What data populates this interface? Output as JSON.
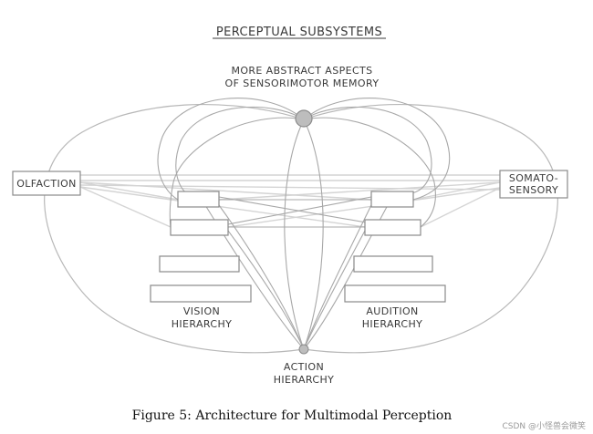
{
  "diagram": {
    "title": "PERCEPTUAL SUBSYSTEMS",
    "top_node_line1": "MORE ABSTRACT ASPECTS",
    "top_node_line2": "OF SENSORIMOTOR MEMORY",
    "olfaction": "OLFACTION",
    "somato_line1": "SOMATO-",
    "somato_line2": "SENSORY",
    "vision_line1": "VISION",
    "vision_line2": "HIERARCHY",
    "audition_line1": "AUDITION",
    "audition_line2": "HIERARCHY",
    "action_line1": "ACTION",
    "action_line2": "HIERARCHY"
  },
  "caption": "Figure 5: Architecture for Multimodal Perception",
  "watermark": "CSDN @小怪兽会微笑"
}
